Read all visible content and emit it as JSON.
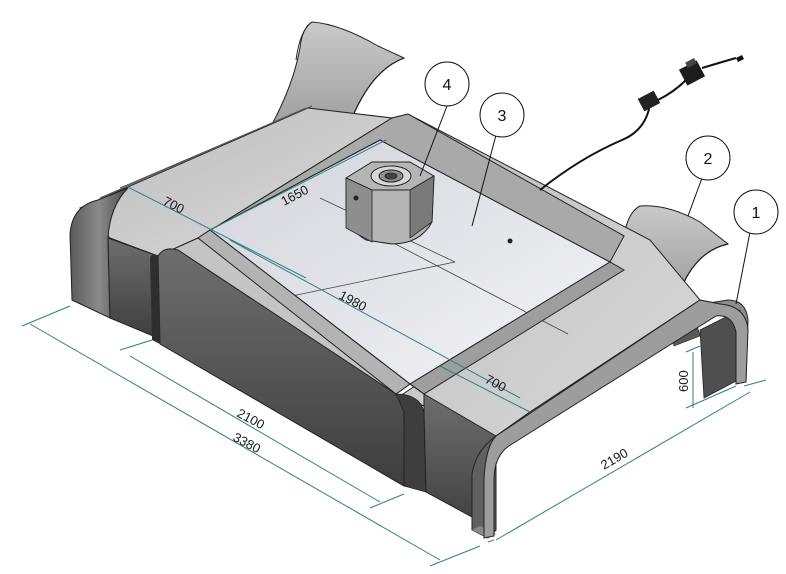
{
  "dimensions": {
    "seat_left": "700",
    "seat_right": "700",
    "basin_width": "1650",
    "basin_length": "1980",
    "inner_length": "2100",
    "overall_length": "3380",
    "overall_width": "2190",
    "height": "600"
  },
  "callouts": {
    "c1": "1",
    "c2": "2",
    "c3": "3",
    "c4": "4"
  },
  "colors": {
    "dim_line": "#2f7f86",
    "body_dark": "#555555",
    "body_mid": "#9a9a9a",
    "top_light": "#cfcfcf",
    "basin_light": "#ebebeb"
  }
}
